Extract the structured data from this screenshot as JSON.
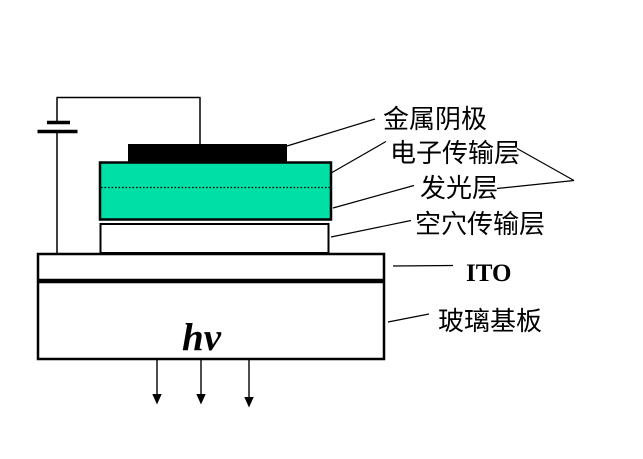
{
  "colors": {
    "emitting_layer": "#00dfa5",
    "ink": "#000000"
  },
  "labels": {
    "metal_cathode": "金属阴极",
    "electron_transport_layer": "电子传输层",
    "emitting_layer": "发光层",
    "hole_transport_layer": "空穴传输层",
    "ito": "ITO",
    "glass_substrate": "玻璃基板",
    "light_emission": "hv"
  }
}
